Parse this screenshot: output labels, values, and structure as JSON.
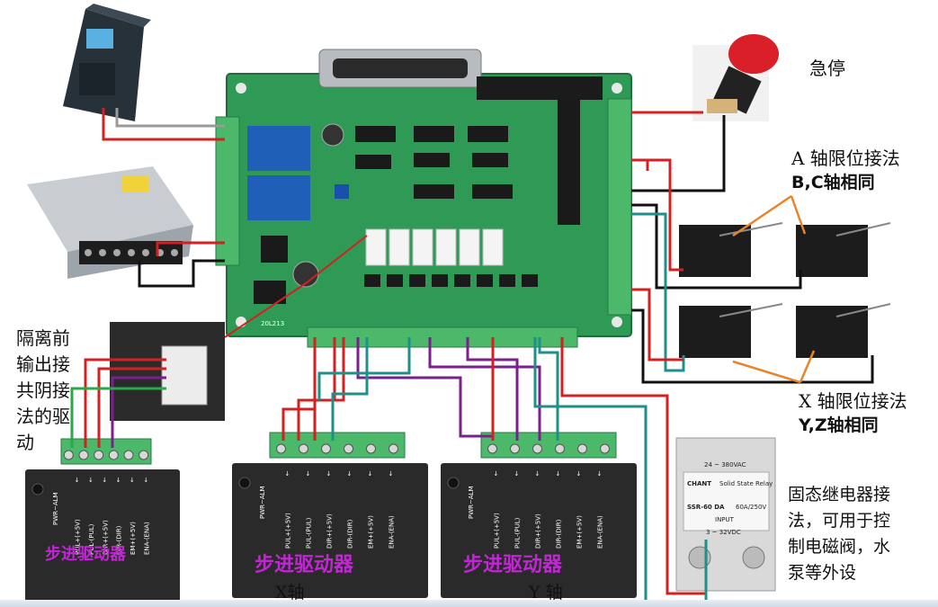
{
  "labels": {
    "estop": "急停",
    "a_axis_line1": "A 轴限位接法",
    "a_axis_line2": "B,C轴相同",
    "x_axis_line1": "X 轴限位接法",
    "x_axis_line2": "Y,Z轴相同",
    "isolation": [
      "隔离前",
      "输出接",
      "共阴接",
      "法的驱",
      "动"
    ],
    "ssr_note": [
      "固态继电器接",
      "法，可用于控",
      "制电磁阀，水",
      "泵等外设"
    ],
    "driver_title": "步进驱动器",
    "x_axis_bottom": "X轴",
    "y_axis_bottom": "Y 轴"
  },
  "driver_pins": [
    "PUL+(+5V)",
    "PUL-(PUL)",
    "DIR+(+5V)",
    "DIR-(DIR)",
    "EM+(+5V)",
    "ENA-(ENA)"
  ],
  "driver_alarm": "PWR~ALM",
  "ssr": {
    "brand": "CHANT",
    "type_en": "Solid State Relay",
    "model": "SSR-60 DA",
    "ac_range": "24 ~ 380VAC",
    "rating": "60A/250V",
    "input_label": "INPUT",
    "dc_range": "3 ~ 32VDC"
  },
  "board": {
    "serial": "20L213"
  },
  "colors": {
    "wire_red": "#d42020",
    "wire_black": "#111111",
    "wire_grey": "#9a9a9a",
    "wire_purple": "#7a1f8c",
    "wire_teal": "#1f8f8a",
    "wire_orange": "#e8852a",
    "pcb_green": "#2f9a55",
    "terminal_green": "#4bb86a"
  }
}
